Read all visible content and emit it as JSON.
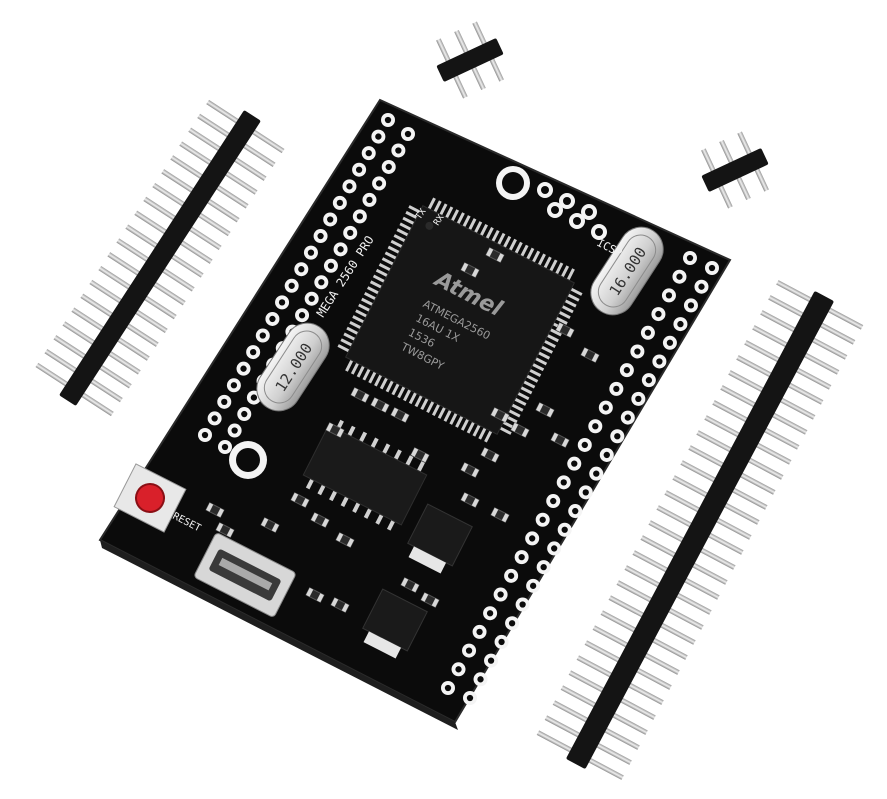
{
  "board": {
    "name_label": "MEGA 2560 PRO",
    "reset_label": "RESET",
    "icsp_label": "ICSP",
    "tx_label": "TX",
    "rx_label": "RX"
  },
  "mcu": {
    "logo": "Atmel",
    "line1": "ATMEGA2560",
    "line2": "16AU 1X",
    "line3": "1536",
    "line4": "TW8GPY"
  },
  "crystals": {
    "small": "12.000",
    "large": "16.000"
  },
  "colors": {
    "pcb": "#0b0b0b",
    "pad": "#f4f4f4",
    "reset_button": "#d9202a",
    "header_plastic": "#141414",
    "pin_metal": "#c8c8c8"
  }
}
